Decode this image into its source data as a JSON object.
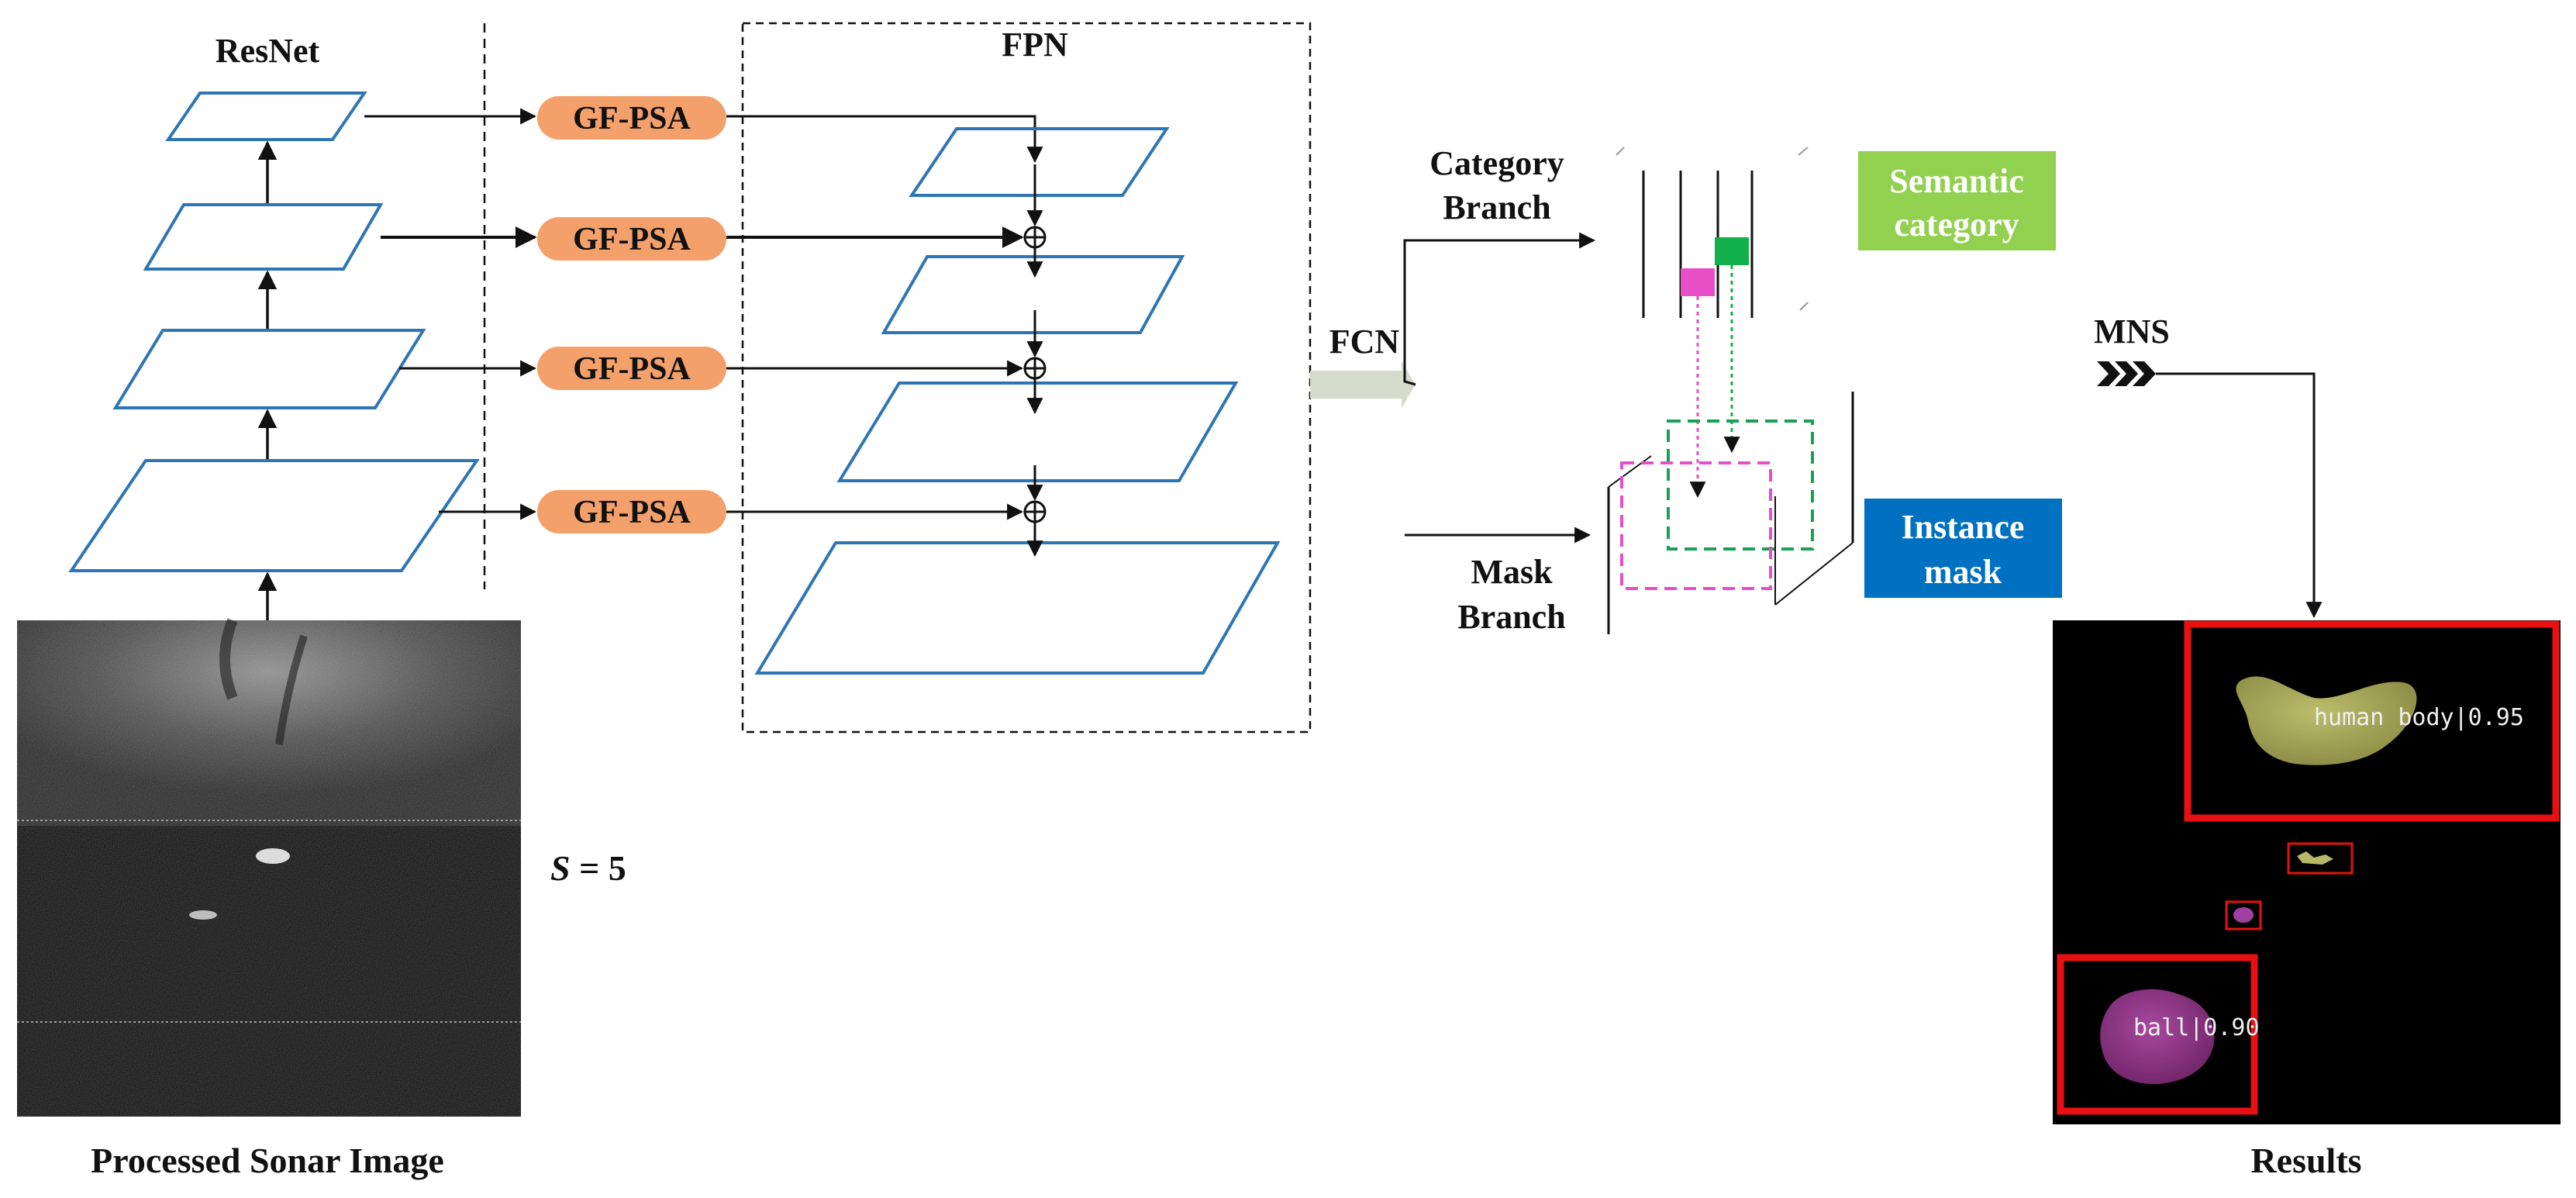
{
  "resnet": {
    "title": "ResNet"
  },
  "fpn": {
    "title": "FPN"
  },
  "psa_blocks": [
    "GF-PSA",
    "GF-PSA",
    "GF-PSA",
    "GF-PSA"
  ],
  "fcn_label": "FCN",
  "category_branch": {
    "line1": "Category",
    "line2": "Branch"
  },
  "mask_branch": {
    "line1": "Mask",
    "line2": "Branch"
  },
  "semantic_category": {
    "line1": "Semantic",
    "line2": "category",
    "color": "#92d050"
  },
  "instance_mask": {
    "line1": "Instance",
    "line2": "mask",
    "color": "#0070c0"
  },
  "mns_label": "MNS",
  "s_label": {
    "var": "S",
    "rest": " = 5"
  },
  "captions": {
    "input": "Processed Sonar Image",
    "results": "Results"
  },
  "detections": [
    {
      "text": "human  body|0.95",
      "color": "#a9a95a"
    },
    {
      "text": "ball|0.90",
      "color": "#8e3a86"
    }
  ],
  "colors": {
    "feature_plane": "#2e75b6",
    "psa_fill": "#f4a06b",
    "fcn_arrow": "#d6dccb",
    "magenta_cell": "#e64fc8",
    "green_cell": "#12b04a",
    "detection_box": "#e81010"
  }
}
